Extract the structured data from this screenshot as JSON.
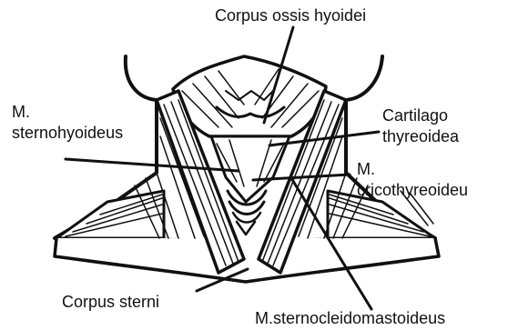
{
  "labels": {
    "corpus_ossis_hyoidei": "Corpus ossis hyoidei",
    "m_sternohyoideus_line1": "M.",
    "m_sternohyoideus_line2": "sternohyoideus",
    "cartilago_line1": "Cartilago",
    "cartilago_line2": "thyreoidea",
    "m_cricothyreoideus_line1": "M.",
    "m_cricothyreoideus_line2": "cricothyreoideu",
    "corpus_sterni": "Corpus sterni",
    "m_sternocleidomastoideus": "M.sternocleidomastoideus"
  },
  "colors": {
    "ink": "#111111",
    "paper": "#ffffff"
  }
}
